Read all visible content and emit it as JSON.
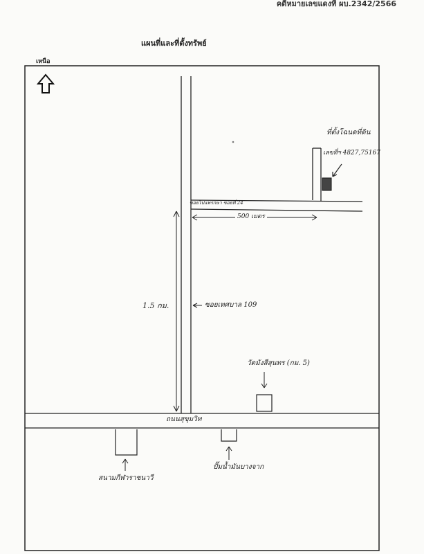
{
  "document": {
    "header_ref": "คดีหมายเลขแดงที่ ผบ.2342/2566",
    "title": "แผนที่และที่ตั้งทรัพย์",
    "north_label": "เหนือ"
  },
  "labels": {
    "property_location": "ที่ตั้งโฉนดที่ดิน",
    "deed_numbers": "เลขที่ฯ 4827,75167",
    "soi_top": "ซอยไปแพรกษา ซอยที่ 24",
    "distance_short": "500 เมตร",
    "distance_long": "1.5 กม.",
    "soi_main": "ซอยเทศบาล 109",
    "temple": "วัดมังสีสุนทร (กม. 5)",
    "main_road": "ถนนสุขุมวิท",
    "stadium": "สนามกีฬาราชนาวี",
    "gas_station": "ปั๊มน้ำมันบางจาก"
  },
  "icons": {
    "north": "north-arrow-icon",
    "property": "property-marker-icon"
  }
}
